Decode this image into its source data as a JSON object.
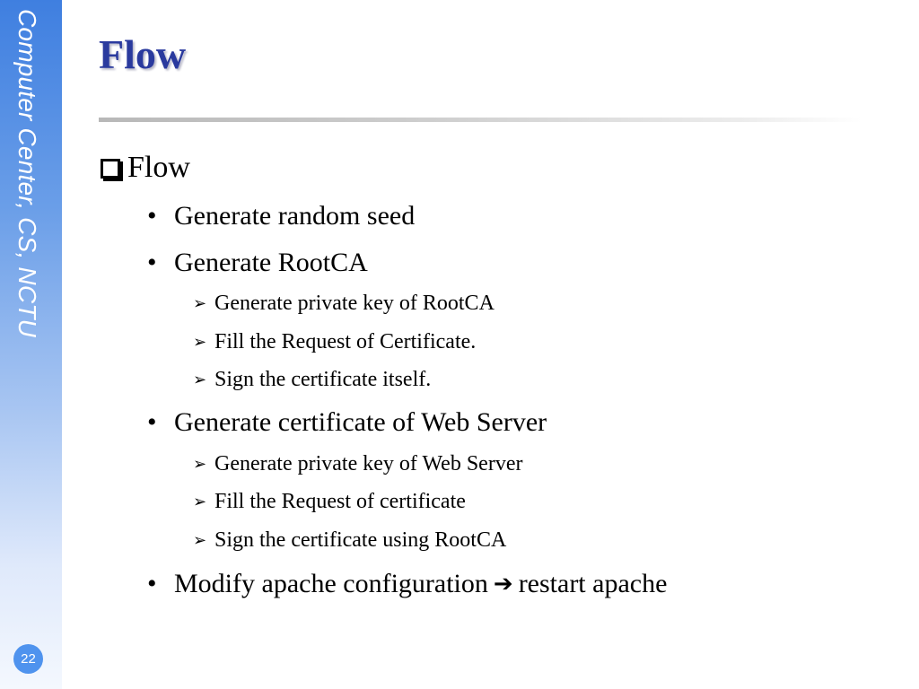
{
  "sidebar": {
    "text": "Computer Center, CS, NCTU",
    "page_number": "22"
  },
  "slide": {
    "title": "Flow",
    "heading": "Flow",
    "items": [
      {
        "label": "Generate random seed"
      },
      {
        "label": "Generate RootCA"
      },
      {
        "label": "Generate private key of RootCA"
      },
      {
        "label": "Fill the Request of Certificate."
      },
      {
        "label": "Sign the certificate itself."
      },
      {
        "label": "Generate certificate of Web Server"
      },
      {
        "label": "Generate private key of Web Server"
      },
      {
        "label": "Fill the Request of certificate"
      },
      {
        "label": "Sign the certificate using RootCA"
      },
      {
        "label_before": "Modify apache configuration",
        "label_after": "restart apache"
      }
    ]
  },
  "colors": {
    "title": "#2a3a9e",
    "sidebar_top": "#3f7fe0",
    "page_badge": "#4f93ee"
  }
}
